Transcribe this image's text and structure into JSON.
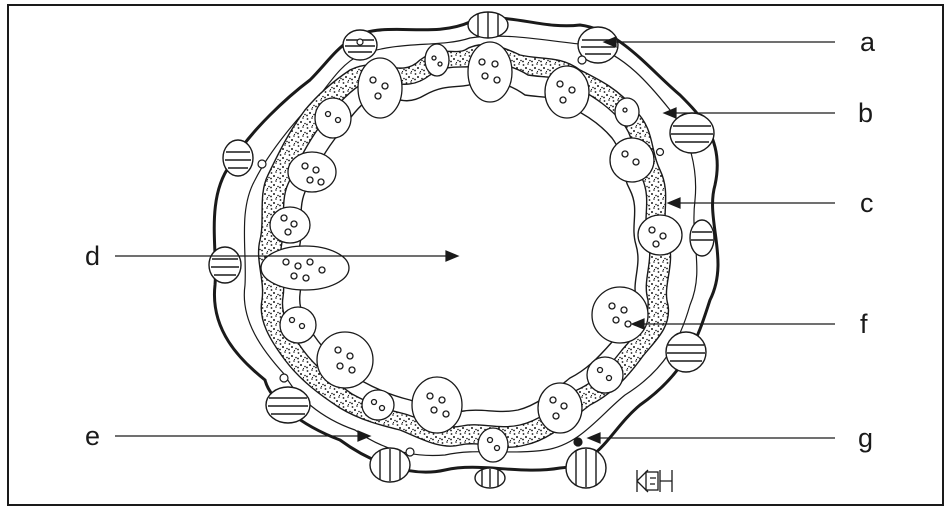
{
  "diagram": {
    "labels": {
      "a": "a",
      "b": "b",
      "c": "c",
      "d": "d",
      "e": "e",
      "f": "f",
      "g": "g"
    },
    "ink_color": "#1a1a1a",
    "background_color": "#ffffff",
    "monogram_text": "KEH"
  }
}
